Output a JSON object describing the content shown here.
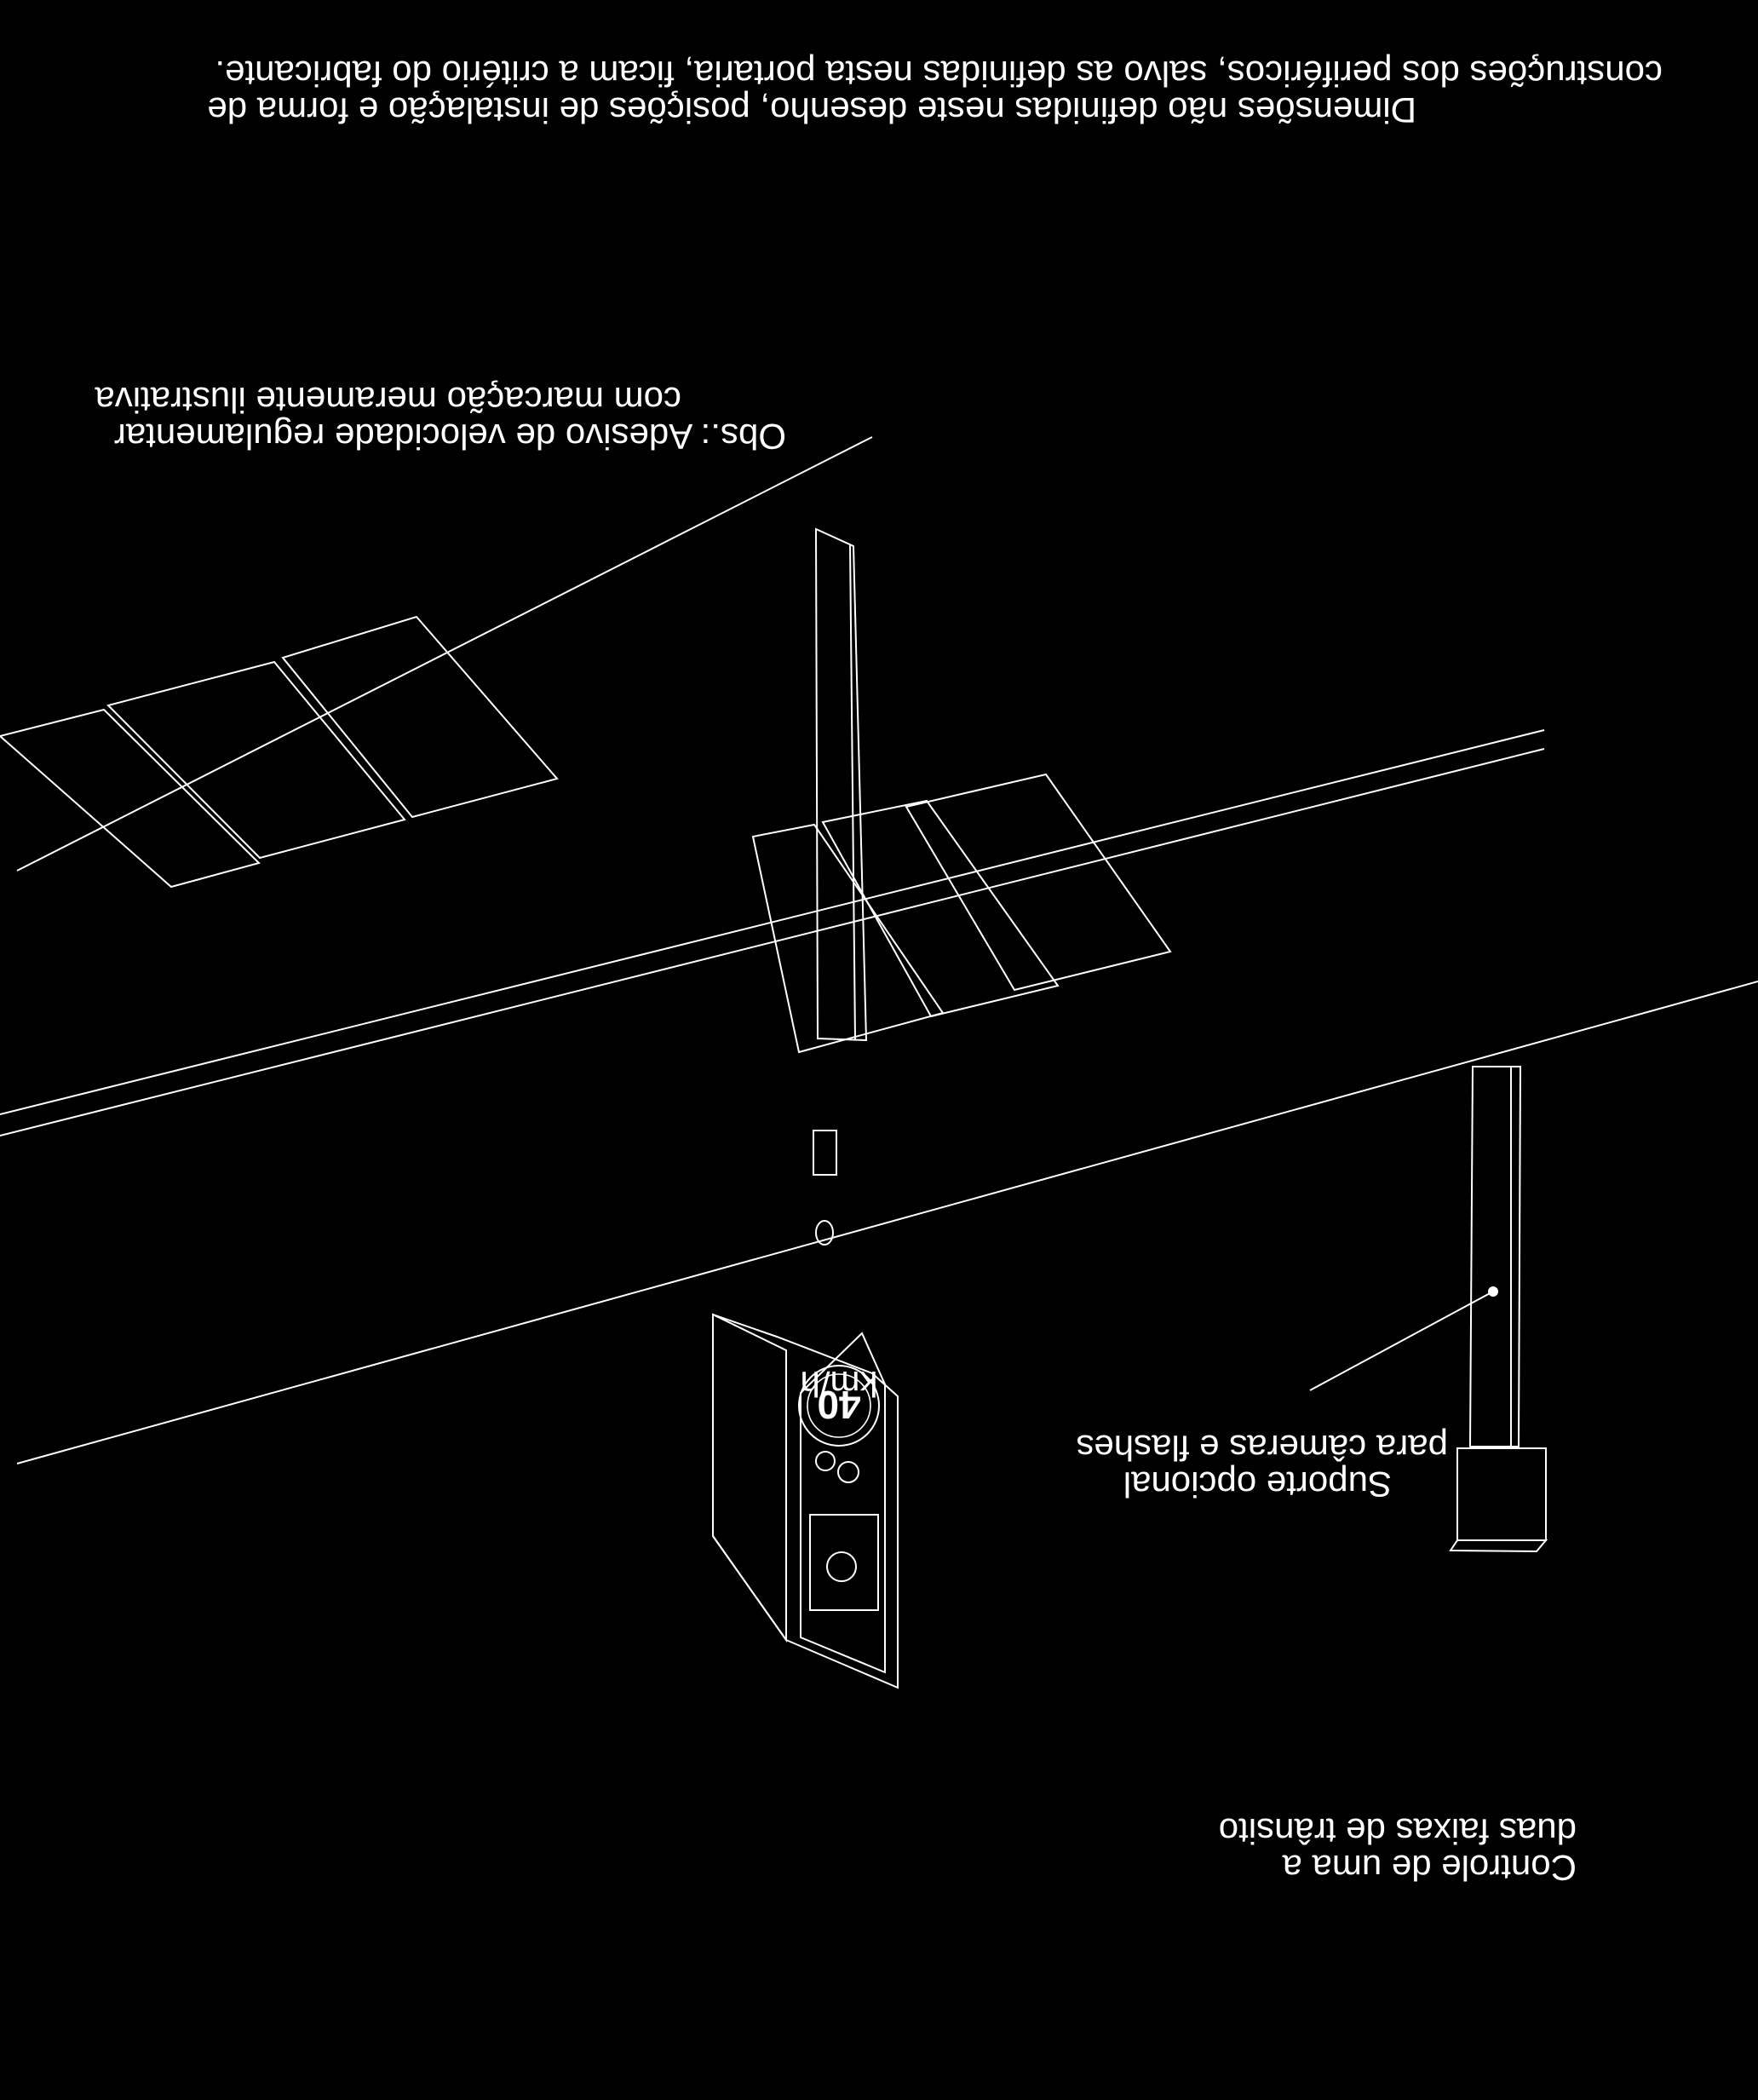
{
  "notes": {
    "dimensions_line1": "Dimensões não definidas neste desenho, posições de instalação e forma de",
    "dimensions_line2": "construções dos periféricos, salvo as definidas nesta portaria, ficam a critério do fabricante.",
    "sticker_line1": "Obs.: Adesivo de velocidade regulamentar",
    "sticker_line2": "com marcação meramente ilustrativa"
  },
  "callout": {
    "line1": "Suporte opcional",
    "line2": "para câmeras e flashes"
  },
  "caption": {
    "line1": "Controle de uma a",
    "line2": "duas faixas de trânsito"
  },
  "speed_sign": {
    "value": "40",
    "unit": "km/h"
  },
  "colors": {
    "background": "#000000",
    "linework": "#ffffff"
  },
  "orientation": "rotated 180 degrees (printed upside down)"
}
